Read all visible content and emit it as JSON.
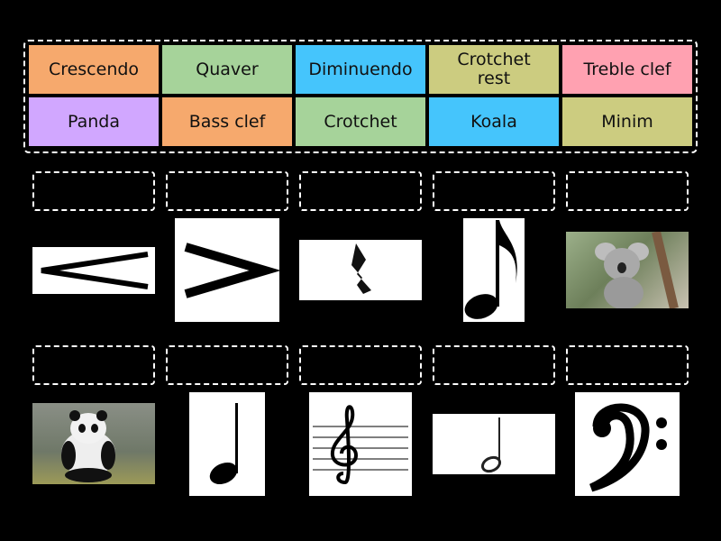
{
  "tiles": [
    {
      "label": "Crescendo",
      "color": "#f6a96d"
    },
    {
      "label": "Quaver",
      "color": "#a6d39a"
    },
    {
      "label": "Diminuendo",
      "color": "#45c5fc"
    },
    {
      "label": "Crotchet rest",
      "color": "#cccc80"
    },
    {
      "label": "Treble clef",
      "color": "#ffa1b1"
    },
    {
      "label": "Panda",
      "color": "#d1a7ff"
    },
    {
      "label": "Bass clef",
      "color": "#f6a96d"
    },
    {
      "label": "Crotchet",
      "color": "#a6d39a"
    },
    {
      "label": "Koala",
      "color": "#45c5fc"
    },
    {
      "label": "Minim",
      "color": "#cccc80"
    }
  ],
  "images": [
    "crescendo-icon",
    "diminuendo-icon",
    "crotchet-rest-icon",
    "quaver-icon",
    "koala-photo",
    "panda-photo",
    "crotchet-icon",
    "treble-clef-icon",
    "minim-icon",
    "bass-clef-icon"
  ]
}
